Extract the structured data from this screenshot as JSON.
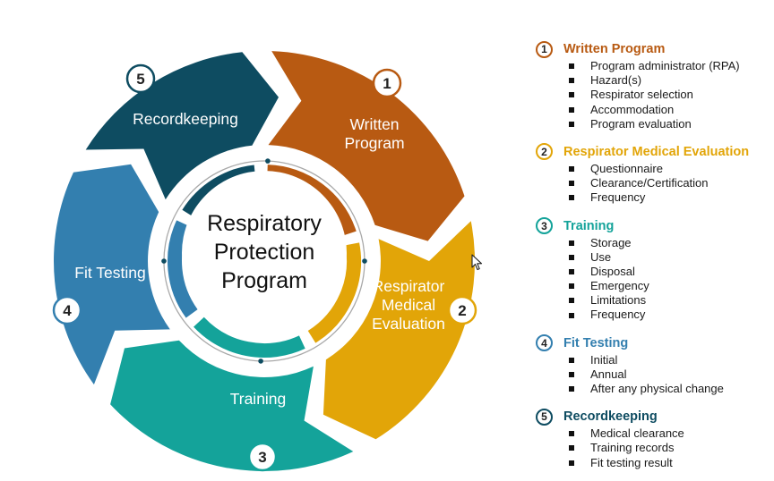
{
  "center": {
    "lines": [
      "Respiratory",
      "Protection",
      "Program"
    ]
  },
  "steps": [
    {
      "number": "1",
      "label_lines": [
        "Written",
        "Program"
      ],
      "color": "#B85A12"
    },
    {
      "number": "2",
      "label_lines": [
        "Respirator",
        "Medical",
        "Evaluation"
      ],
      "color": "#E2A508"
    },
    {
      "number": "3",
      "label_lines": [
        "Training"
      ],
      "color": "#14A39A"
    },
    {
      "number": "4",
      "label_lines": [
        "Fit Testing"
      ],
      "color": "#337FAF"
    },
    {
      "number": "5",
      "label_lines": [
        "Recordkeeping"
      ],
      "color": "#0E4C61"
    }
  ],
  "legend": [
    {
      "number": "1",
      "title": "Written Program",
      "color": "#B85A12",
      "items": [
        "Program administrator (RPA)",
        "Hazard(s)",
        "Respirator selection",
        "Accommodation",
        "Program evaluation"
      ]
    },
    {
      "number": "2",
      "title": "Respirator Medical Evaluation",
      "color": "#E2A508",
      "items": [
        "Questionnaire",
        "Clearance/Certification",
        "Frequency"
      ]
    },
    {
      "number": "3",
      "title": "Training",
      "color": "#14A39A",
      "items": [
        "Storage",
        "Use",
        "Disposal",
        "Emergency",
        "Limitations",
        "Frequency"
      ]
    },
    {
      "number": "4",
      "title": "Fit Testing",
      "color": "#337FAF",
      "items": [
        "Initial",
        "Annual",
        "After any physical change"
      ]
    },
    {
      "number": "5",
      "title": "Recordkeeping",
      "color": "#0E4C61",
      "items": [
        "Medical clearance",
        "Training records",
        " Fit testing result"
      ]
    }
  ]
}
